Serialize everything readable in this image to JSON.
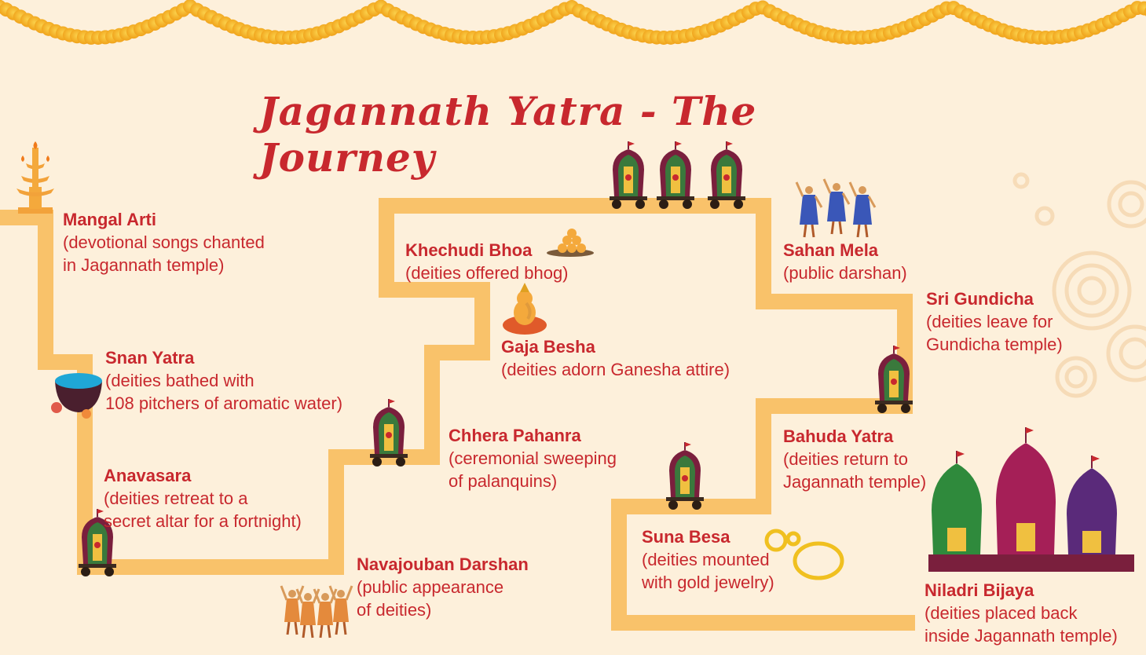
{
  "title": "Jagannath Yatra - The Journey",
  "colors": {
    "background": "#fdf0db",
    "path": "#f9c26a",
    "text": "#c8282e",
    "marigold": "#f7b21c"
  },
  "steps": [
    {
      "name": "Mangal Arti",
      "desc": "(devotional songs chanted\nin Jagannath temple)",
      "icon": "lamp-icon"
    },
    {
      "name": "Snan Yatra",
      "desc": "(deities bathed with\n108 pitchers of aromatic water)",
      "icon": "bowl-icon"
    },
    {
      "name": "Anavasara",
      "desc": "(deities retreat to a\nsecret altar for a fortnight)",
      "icon": "chariot-icon"
    },
    {
      "name": "Navajouban Darshan",
      "desc": "(public appearance\nof deities)",
      "icon": "devotees-icon"
    },
    {
      "name": "Chhera Pahanra",
      "desc": "(ceremonial sweeping\nof palanquins)",
      "icon": "chariot-icon"
    },
    {
      "name": "Gaja Besha",
      "desc": "(deities adorn Ganesha attire)",
      "icon": "ganesha-icon"
    },
    {
      "name": "Khechudi Bhoa",
      "desc": "(deities offered bhog)",
      "icon": "sweets-plate-icon"
    },
    {
      "name": "Sahan Mela",
      "desc": "(public darshan)",
      "icon": "dancers-icon"
    },
    {
      "name": "Sri Gundicha",
      "desc": "(deities leave for\nGundicha temple)",
      "icon": "chariots-icon"
    },
    {
      "name": "Bahuda Yatra",
      "desc": "(deities return to\nJagannath temple)",
      "icon": "chariot-icon"
    },
    {
      "name": "Suna Besa",
      "desc": "(deities mounted\nwith gold jewelry)",
      "icon": "gold-jewelry-icon"
    },
    {
      "name": "Niladri Bijaya",
      "desc": "(deities placed back\ninside Jagannath temple)",
      "icon": "temple-icon"
    }
  ]
}
